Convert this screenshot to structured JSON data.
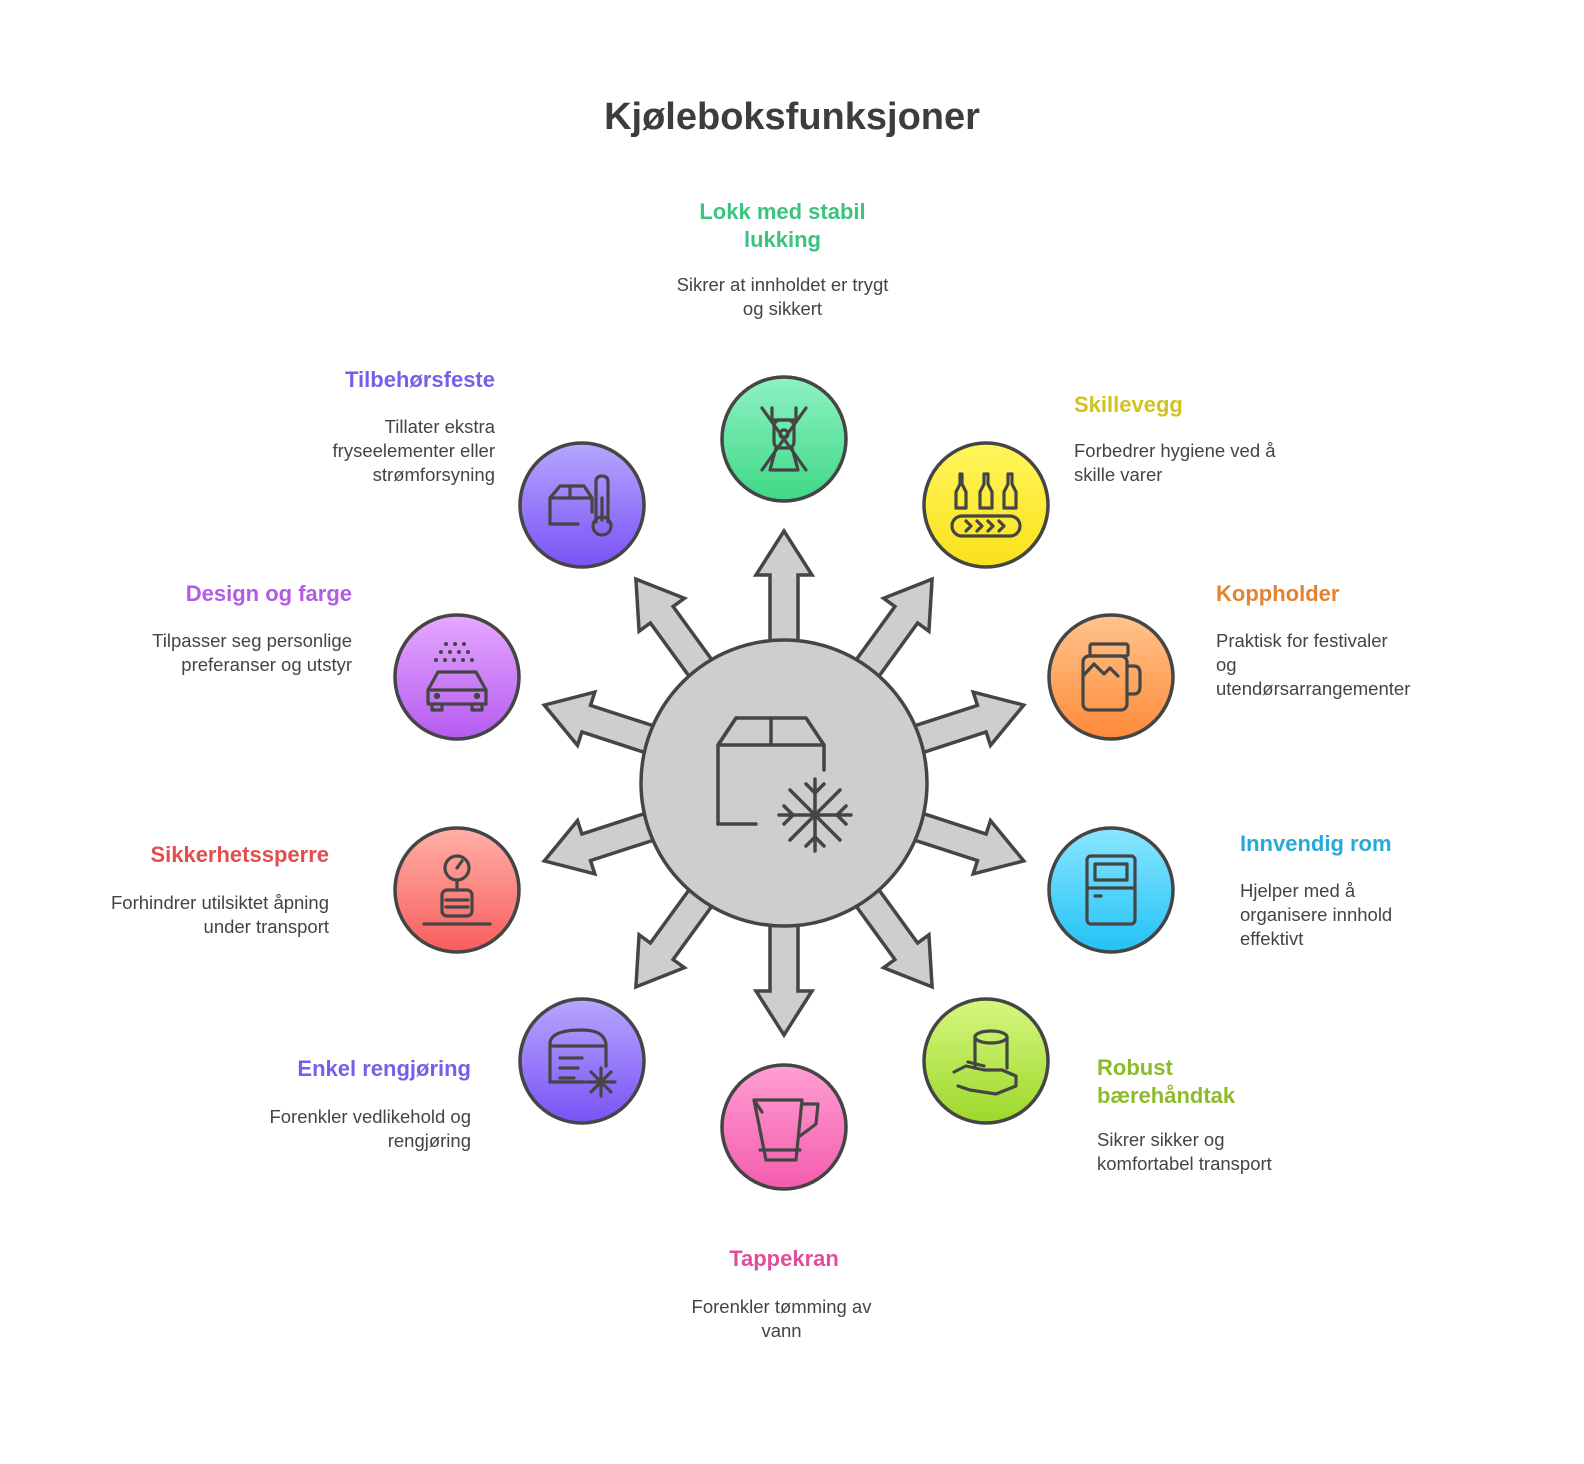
{
  "title": "Kjøleboksfunksjoner",
  "colors": {
    "green": "#3cc47e",
    "yellow": "#d4c21c",
    "orange": "#e2832f",
    "blue": "#28a9d9",
    "lime": "#8dbb2c",
    "pink": "#dd4f9c",
    "violet": "#7a5de8",
    "red": "#e24d4d",
    "purple": "#b25ce3",
    "hub": "#cecece",
    "stroke": "#454545"
  },
  "center": {
    "icon": "cooler-snowflake-icon"
  },
  "features": [
    {
      "id": "lokk",
      "label": "Lokk med stabil lukking",
      "desc": "Sikrer at innholdet er trygt og sikkert",
      "icon": "lid-lock-icon"
    },
    {
      "id": "skillevegg",
      "label": "Skillevegg",
      "desc": "Forbedrer hygiene ved å skille varer",
      "icon": "bottle-conveyor-icon"
    },
    {
      "id": "koppholder",
      "label": "Koppholder",
      "desc": "Praktisk for festivaler og utendørsarrangementer",
      "icon": "mug-icon"
    },
    {
      "id": "innvendig",
      "label": "Innvendig rom",
      "desc": "Hjelper med å organisere innhold effektivt",
      "icon": "fridge-icon"
    },
    {
      "id": "robust",
      "label": "Robust bærehåndtak",
      "desc": "Sikrer sikker og komfortabel transport",
      "icon": "hand-carry-icon"
    },
    {
      "id": "tappekran",
      "label": "Tappekran",
      "desc": "Forenkler tømming av vann",
      "icon": "pitcher-icon"
    },
    {
      "id": "rengjoring",
      "label": "Enkel rengjøring",
      "desc": "Forenkler vedlikehold og rengjøring",
      "icon": "freezer-clean-icon"
    },
    {
      "id": "sikkerhet",
      "label": "Sikkerhetssperre",
      "desc": "Forhindrer utilsiktet åpning under transport",
      "icon": "gauge-lock-icon"
    },
    {
      "id": "design",
      "label": "Design og farge",
      "desc": "Tilpasser seg personlige preferanser og utstyr",
      "icon": "car-paint-icon"
    },
    {
      "id": "tilbehor",
      "label": "Tilbehørsfeste",
      "desc": "Tillater ekstra fryseelementer eller strømforsyning",
      "icon": "box-thermometer-icon"
    }
  ]
}
